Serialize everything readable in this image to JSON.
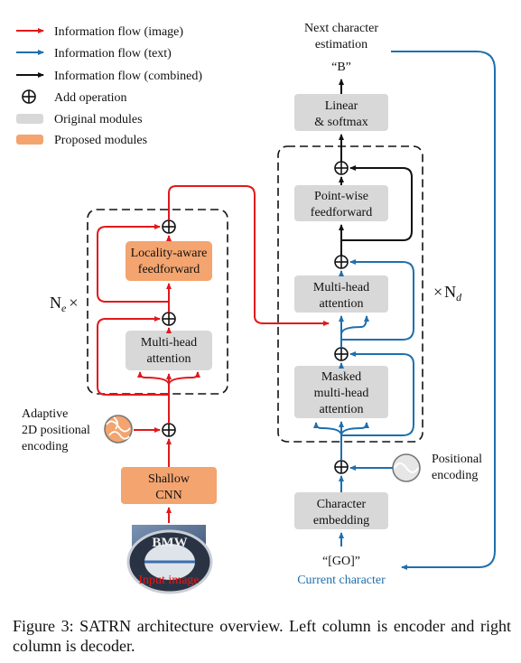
{
  "legend": {
    "items": [
      {
        "label": "Information flow (image)",
        "color": "#e0191b",
        "kind": "arrow"
      },
      {
        "label": "Information flow (text)",
        "color": "#1f6fad",
        "kind": "arrow"
      },
      {
        "label": "Information flow (combined)",
        "color": "#111111",
        "kind": "arrow"
      },
      {
        "label": "Add operation",
        "kind": "add"
      },
      {
        "label": "Original modules",
        "color": "#d8d8d8",
        "kind": "box"
      },
      {
        "label": "Proposed modules",
        "color": "#f3a46f",
        "kind": "box"
      }
    ]
  },
  "encoder": {
    "repeat_label": "N",
    "repeat_sub": "e",
    "repeat_times": "×",
    "locality_ff": [
      "Locality-aware",
      "feedforward"
    ],
    "mha": [
      "Multi-head",
      "attention"
    ],
    "shallow_cnn": [
      "Shallow",
      "CNN"
    ],
    "adaptive_pe": [
      "Adaptive",
      "2D positional",
      "encoding"
    ],
    "input_label": "Input image",
    "input_image_text": "BMW"
  },
  "decoder": {
    "repeat_times": "×",
    "repeat_label": "N",
    "repeat_sub": "d",
    "linear": [
      "Linear",
      "& softmax"
    ],
    "pointwise_ff": [
      "Point-wise",
      "feedforward"
    ],
    "mha": [
      "Multi-head",
      "attention"
    ],
    "masked_mha": [
      "Masked",
      "multi-head",
      "attention"
    ],
    "char_embed": [
      "Character",
      "embedding"
    ],
    "positional": [
      "Positional",
      "encoding"
    ],
    "next_char": [
      "Next character",
      "estimation"
    ],
    "output_token": "“B”",
    "input_token": "“[GO]”",
    "current_char": "Current character"
  },
  "caption": "Figure 3: SATRN architecture overview. Left column is encoder and right column is decoder.",
  "colors": {
    "image_flow": "#e0191b",
    "text_flow": "#1f6fad",
    "combined_flow": "#111111",
    "original_module": "#d8d8d8",
    "proposed_module": "#f3a46f"
  }
}
